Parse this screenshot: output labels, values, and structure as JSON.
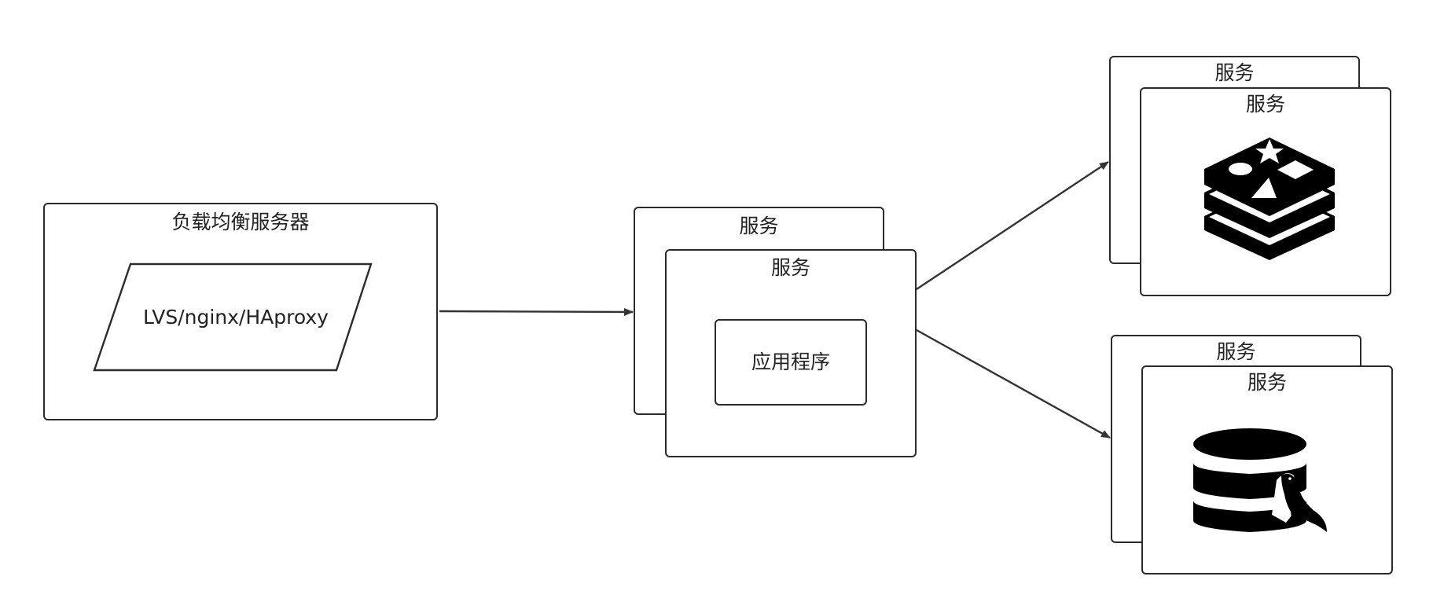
{
  "load_balancer": {
    "title": "负载均衡服务器",
    "software": "LVS/nginx/HAproxy"
  },
  "app_service": {
    "back_title": "服务",
    "front_title": "服务",
    "app_label": "应用程序"
  },
  "cache_service": {
    "back_title": "服务",
    "front_title": "服务",
    "icon": "redis-icon"
  },
  "db_service": {
    "back_title": "服务",
    "front_title": "服务",
    "icon": "mysql-icon"
  }
}
